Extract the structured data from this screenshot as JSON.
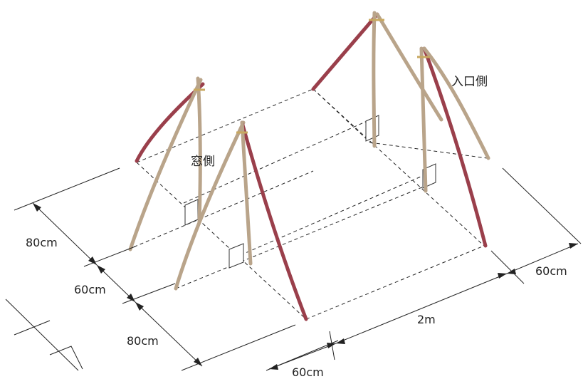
{
  "labels": {
    "window_side": "窓側",
    "entrance_side": "入口側"
  },
  "dimensions": {
    "left_80a": "80cm",
    "left_60": "60cm",
    "left_80b": "80cm",
    "bottom_60": "60cm",
    "length_2m": "2m",
    "right_60": "60cm"
  },
  "colors": {
    "pole_light": "#b9a48a",
    "pole_red": "#9a3f4b",
    "line": "#222222"
  }
}
